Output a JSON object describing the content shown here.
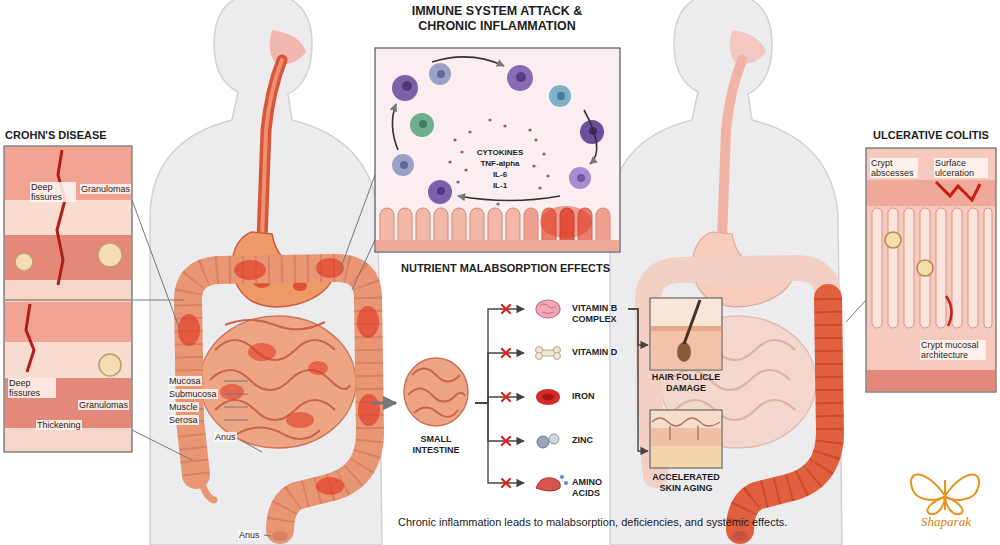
{
  "diagram": {
    "caption": "Chronic inflammation leads to malabsorption, deficiencies, and systemic effects.",
    "nodes": [
      {
        "text": [
          "CROHN'S DISEASE"
        ]
      },
      {
        "text": [
          "IMMUNE SYSTEM ATTACK & CHRONIC INFLAMMATION"
        ]
      },
      {
        "text": [
          "ULCERATIVE COLITIS"
        ]
      },
      {
        "text": [
          "SMALL INTESTINE"
        ]
      },
      {
        "text": [
          "VITAMIN B COMPLEX"
        ]
      },
      {
        "text": [
          "VITAMIN D"
        ]
      },
      {
        "text": [
          "IRON"
        ]
      },
      {
        "text": [
          "ZINC"
        ]
      },
      {
        "text": [
          "AMINO ACIDS"
        ]
      },
      {
        "text": [
          "HAIR FOLLICLE DAMAGE"
        ]
      },
      {
        "text": [
          "ACCELERATED SKIN AGING"
        ]
      }
    ],
    "edges": [
      {
        "from": 3,
        "to": 4,
        "arrow": "to"
      },
      {
        "from": 3,
        "to": 5,
        "arrow": "to"
      },
      {
        "from": 3,
        "to": 6,
        "arrow": "to"
      },
      {
        "from": 3,
        "to": 7,
        "arrow": "to"
      },
      {
        "from": 3,
        "to": 8,
        "arrow": "to"
      },
      {
        "from": 4,
        "to": 9,
        "arrow": "to"
      },
      {
        "from": 4,
        "to": 10,
        "arrow": "to"
      }
    ],
    "labels": [
      "CYTOKINES",
      "TNF-alpha",
      "IL-6",
      "IL-1",
      "Deep fissures",
      "Granulomas",
      "Deep fissures",
      "Thickening",
      "Granulomas",
      "Mucosa",
      "Submucosa",
      "Muscle",
      "Serosa",
      "Anus",
      "Anus",
      "NUTRIENT MALABSORPTION EFFECTS",
      "Crypt abscesses",
      "Surface ulceration",
      "Crypt mucosal architecture",
      "Shaparak"
    ]
  }
}
